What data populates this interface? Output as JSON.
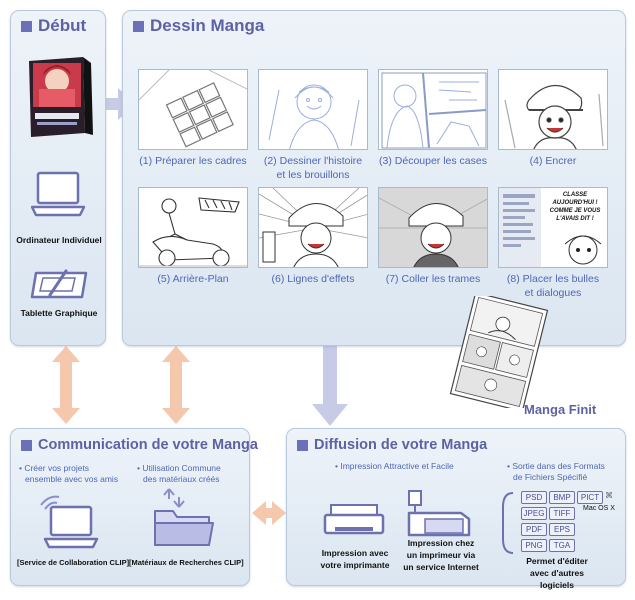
{
  "debut": {
    "title": "Début",
    "devices": [
      "Ordinateur Individuel",
      "Tablette Graphique"
    ]
  },
  "dessin": {
    "title": "Dessin Manga",
    "steps": [
      {
        "num": "(1)",
        "label": "Préparer les cadres",
        "label2": ""
      },
      {
        "num": "(2)",
        "label": "Dessiner l'histoire",
        "label2": "et les brouillons"
      },
      {
        "num": "(3)",
        "label": "Découper les cases",
        "label2": ""
      },
      {
        "num": "(4)",
        "label": "Encrer",
        "label2": ""
      },
      {
        "num": "(5)",
        "label": "Arrière-Plan",
        "label2": ""
      },
      {
        "num": "(6)",
        "label": "Lignes d'effets",
        "label2": ""
      },
      {
        "num": "(7)",
        "label": "Coller les trames",
        "label2": ""
      },
      {
        "num": "(8)",
        "label": "Placer les bulles",
        "label2": "et dialogues"
      }
    ],
    "speech_bubble": [
      "CLASSE AUJOURD'HUI !",
      "COMME JE VOUS",
      "L'AVAIS DIT !"
    ]
  },
  "finit": {
    "label": "Manga Finit"
  },
  "communication": {
    "title": "Communication de votre Manga",
    "item1": {
      "line1": "• Créer vos projets",
      "line2": "ensemble avec vos amis",
      "service": "[Service de Collaboration CLIP]"
    },
    "item2": {
      "line1": "• Utilisation Commune",
      "line2": "des matériaux créés",
      "service": "[Matériaux de Recherches CLIP]"
    }
  },
  "diffusion": {
    "title": "Diffusion de votre Manga",
    "impression_header": "• Impression Attractive et Facile",
    "sortie_header": [
      "• Sortie dans des Formats",
      "de Fichiers Spécifié"
    ],
    "print_home": [
      "Impression avec",
      "votre imprimante"
    ],
    "print_service": [
      "Impression chez",
      "un imprimeur via",
      "un service Internet"
    ],
    "formats": [
      "PSD",
      "BMP",
      "PICT",
      "JPEG",
      "TIFF",
      "PDF",
      "EPS",
      "PNG",
      "TGA"
    ],
    "macos": "Mac OS X",
    "edit_text": [
      "Permet d'éditer",
      "avec d'autres",
      "logiciels"
    ]
  },
  "colors": {
    "accent": "#5d62a4",
    "caption": "#4f66b5",
    "arrow_blue": "#c7cbe6",
    "arrow_peach": "#f5c7ad"
  }
}
